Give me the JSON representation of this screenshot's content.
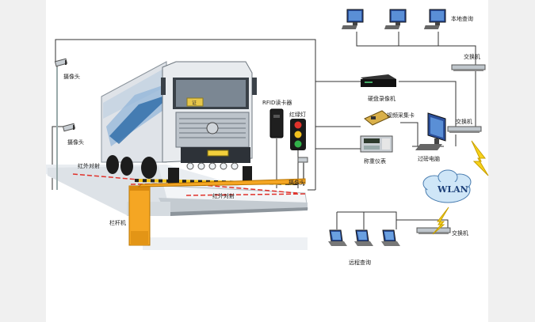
{
  "labels": {
    "local_query": "本地查询",
    "switch_top": "交换机",
    "switch_mid": "交换机",
    "switch_bottom": "交换机",
    "camera_upper": "摄像头",
    "camera_lower": "摄像头",
    "camera_right": "摄像头",
    "rfid_reader": "RFID读卡器",
    "traffic_light": "红绿灯",
    "hard_disk_recorder": "硬盘录像机",
    "video_capture_card": "视频采集卡",
    "weighing_instrument": "称重仪表",
    "weighing_computer": "过磅电脑",
    "infrared_upper": "红外对射",
    "infrared_lower": "红外对射",
    "barrier_gate": "栏杆机",
    "remote_query": "远程查询",
    "wlan": "WLAN",
    "truck_plate": "证"
  },
  "colors": {
    "line": "#333333",
    "barrier": "#f5a623",
    "infrared": "#e0322b",
    "wlan_fill": "#cfe6f7",
    "lightning": "#f7d21c",
    "truck_body": "#dfe3e8"
  }
}
